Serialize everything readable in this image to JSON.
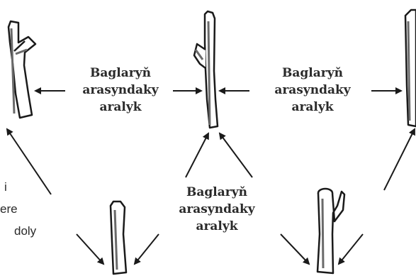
{
  "labels": {
    "top_left": [
      "Baglaryň",
      "arasyndaky",
      "aralyk"
    ],
    "top_right": [
      "Baglaryň",
      "arasyndaky",
      "aralyk"
    ],
    "bottom_center": [
      "Baglaryň",
      "arasyndaky",
      "aralyk"
    ]
  },
  "side_text": [
    "i",
    "ere",
    "doly"
  ],
  "colors": {
    "stroke": "#1a1a1a",
    "shade": "#6a6a6a",
    "text": "#2a2a2a"
  }
}
